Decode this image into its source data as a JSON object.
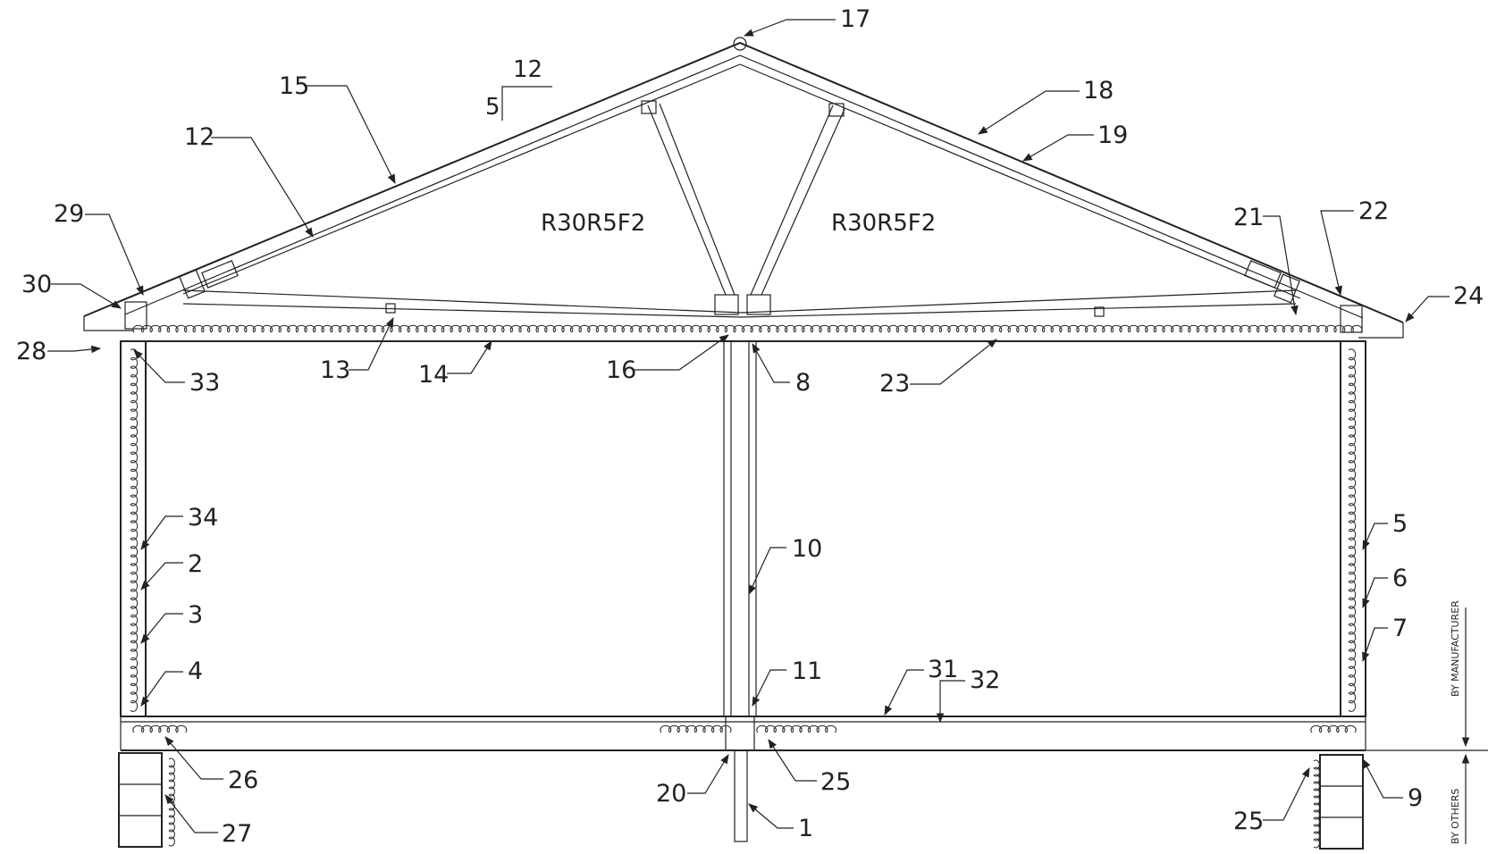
{
  "drawing": {
    "pitch": {
      "rise": "5",
      "run": "12"
    },
    "truss_labels": [
      "R30R5F2",
      "R30R5F2"
    ],
    "side_notes": {
      "by_manufacturer": "BY MANUFACTURER",
      "by_others": "BY OTHERS"
    },
    "callouts": [
      {
        "n": "17"
      },
      {
        "n": "15"
      },
      {
        "n": "18"
      },
      {
        "n": "12"
      },
      {
        "n": "19"
      },
      {
        "n": "29"
      },
      {
        "n": "21"
      },
      {
        "n": "22"
      },
      {
        "n": "30"
      },
      {
        "n": "24"
      },
      {
        "n": "28"
      },
      {
        "n": "33"
      },
      {
        "n": "13"
      },
      {
        "n": "14"
      },
      {
        "n": "16"
      },
      {
        "n": "8"
      },
      {
        "n": "23"
      },
      {
        "n": "34"
      },
      {
        "n": "2"
      },
      {
        "n": "3"
      },
      {
        "n": "4"
      },
      {
        "n": "10"
      },
      {
        "n": "11"
      },
      {
        "n": "31"
      },
      {
        "n": "32"
      },
      {
        "n": "5"
      },
      {
        "n": "6"
      },
      {
        "n": "7"
      },
      {
        "n": "26"
      },
      {
        "n": "25"
      },
      {
        "n": "20"
      },
      {
        "n": "27"
      },
      {
        "n": "1"
      },
      {
        "n": "25"
      },
      {
        "n": "9"
      }
    ]
  }
}
